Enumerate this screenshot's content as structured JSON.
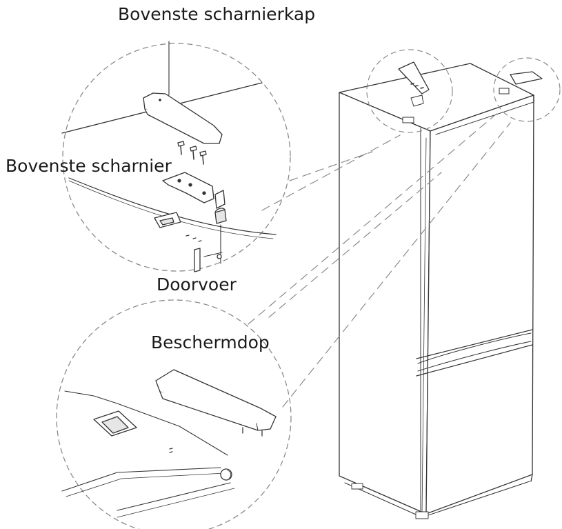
{
  "labels": {
    "top_hinge_cap": "Bovenste scharnierkap",
    "top_hinge": "Bovenste scharnier",
    "bushing": "Doorvoer",
    "cover_cap": "Beschermdop"
  },
  "colors": {
    "line": "#333333",
    "dash": "#8a8a8a",
    "fill": "#ffffff",
    "shade": "#e6e6e6"
  },
  "icons": {
    "appliance": "fridge-freezer-icon",
    "cap": "hinge-cap-icon",
    "hinge": "hinge-plate-icon",
    "screw": "screw-icon",
    "bushing": "bushing-icon",
    "cover": "cover-cap-icon"
  }
}
